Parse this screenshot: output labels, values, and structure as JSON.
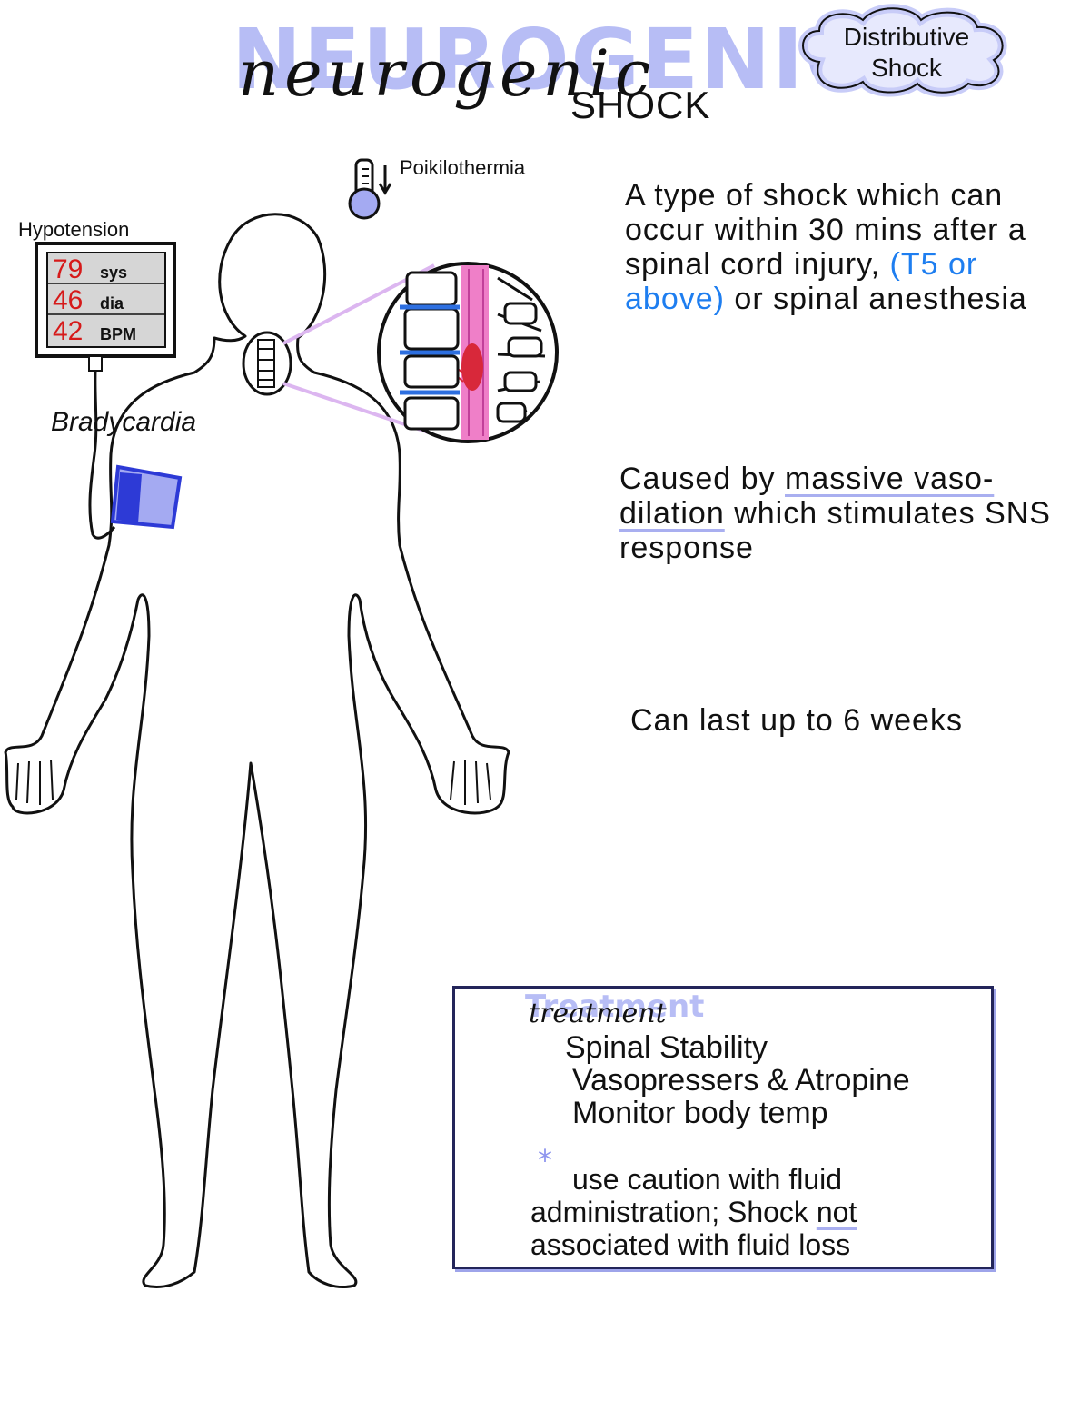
{
  "title": {
    "highlight": "NEUROGENIC",
    "script": "neurogenic",
    "subtitle": "SHOCK"
  },
  "tag": {
    "line1": "Distributive",
    "line2": "Shock"
  },
  "labels": {
    "poikilothermia": "Poikilothermia",
    "hypotension": "Hypotension",
    "bradycardia": "Bradycardia"
  },
  "monitor": {
    "rows": [
      {
        "value": "79",
        "unit": "sys"
      },
      {
        "value": "46",
        "unit": "dia"
      },
      {
        "value": "42",
        "unit": "BPM"
      }
    ]
  },
  "info": {
    "p1_part1": "A type of shock which can occur within 30 mins after a spinal cord injury,",
    "p1_highlight": "(T5 or above)",
    "p1_part2": "or spinal anesthesia",
    "p2_part1": "Caused by",
    "p2_emph": "massive vaso-dilation",
    "p2_part2": "which stimulates SNS response",
    "p3": "Can last up to 6 weeks"
  },
  "treatment": {
    "title_highlight": "Treatment",
    "title": "treatment",
    "items": [
      "Spinal Stability",
      "Vasopressers & Atropine",
      "Monitor body temp"
    ],
    "star": "*",
    "note_part1": "use caution with fluid administration; Shock",
    "note_emph": "not",
    "note_part2": "associated with fluid loss"
  },
  "colors": {
    "highlight": "#b7bdf5",
    "accent_blue": "#1e7ef0",
    "outline_blue": "#2d3ad6",
    "monitor_red": "#d61a1a"
  }
}
